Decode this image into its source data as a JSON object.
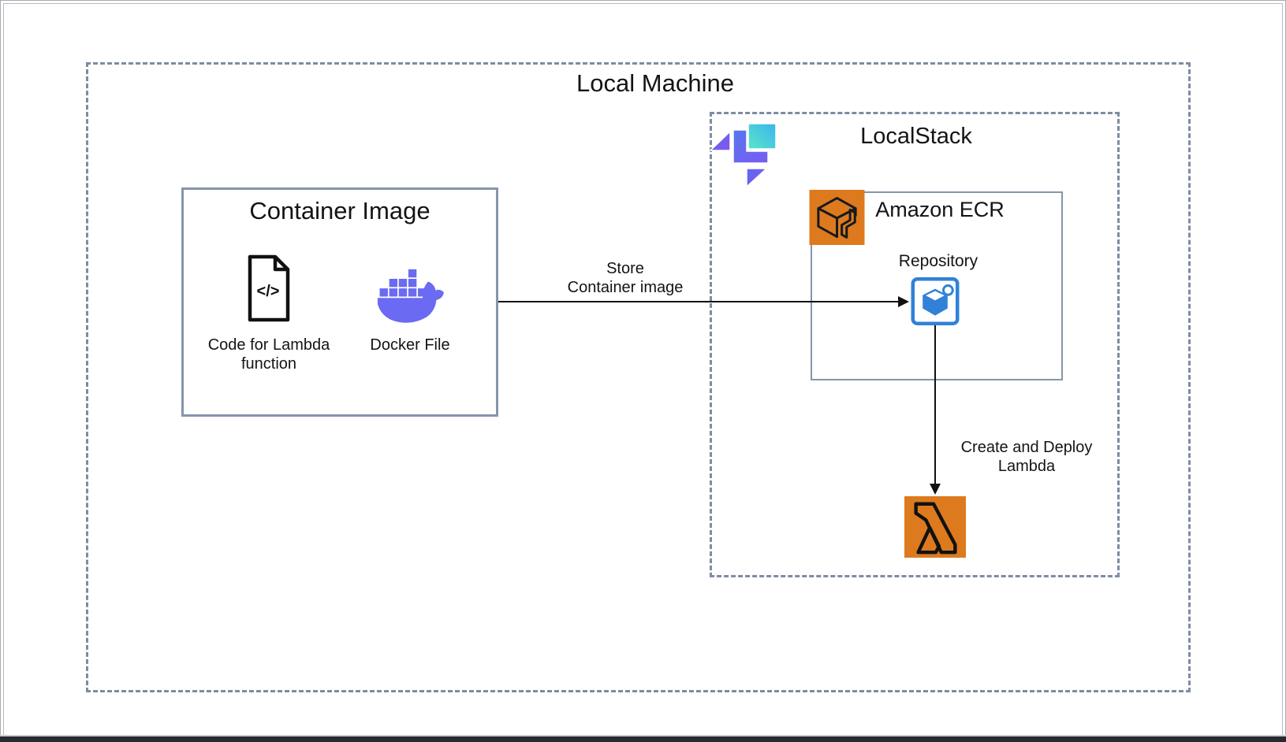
{
  "page": {
    "background": "#ffffff"
  },
  "colors": {
    "dashed_border": "#7E8CA2",
    "solid_border": "#8496AB",
    "aws_orange": "#DD7A1E",
    "repository_blue": "#3181D8",
    "docker_indigo": "#6A6AF2",
    "localstack_purple": "#8455EC",
    "localstack_indigo": "#5B6BF0",
    "localstack_cyan_from": "#59E6C5",
    "localstack_cyan_to": "#3CB4F1",
    "text": "#141414"
  },
  "local_machine": {
    "title": "Local Machine"
  },
  "localstack": {
    "title": "LocalStack",
    "logo_icon": "localstack-logo"
  },
  "container_image": {
    "title": "Container Image",
    "code_file": {
      "icon": "code-file-icon",
      "glyph": "</>",
      "label": "Code for Lambda\nfunction"
    },
    "docker": {
      "icon": "docker-icon",
      "label": "Docker File"
    }
  },
  "ecr": {
    "title": "Amazon ECR",
    "service_icon": "amazon-ecr-icon",
    "repository": {
      "label": "Repository",
      "icon": "ecr-repository-icon"
    }
  },
  "lambda": {
    "icon": "aws-lambda-icon"
  },
  "flows": {
    "store": {
      "label": "Store\nContainer image"
    },
    "deploy": {
      "label": "Create and Deploy\nLambda"
    }
  }
}
